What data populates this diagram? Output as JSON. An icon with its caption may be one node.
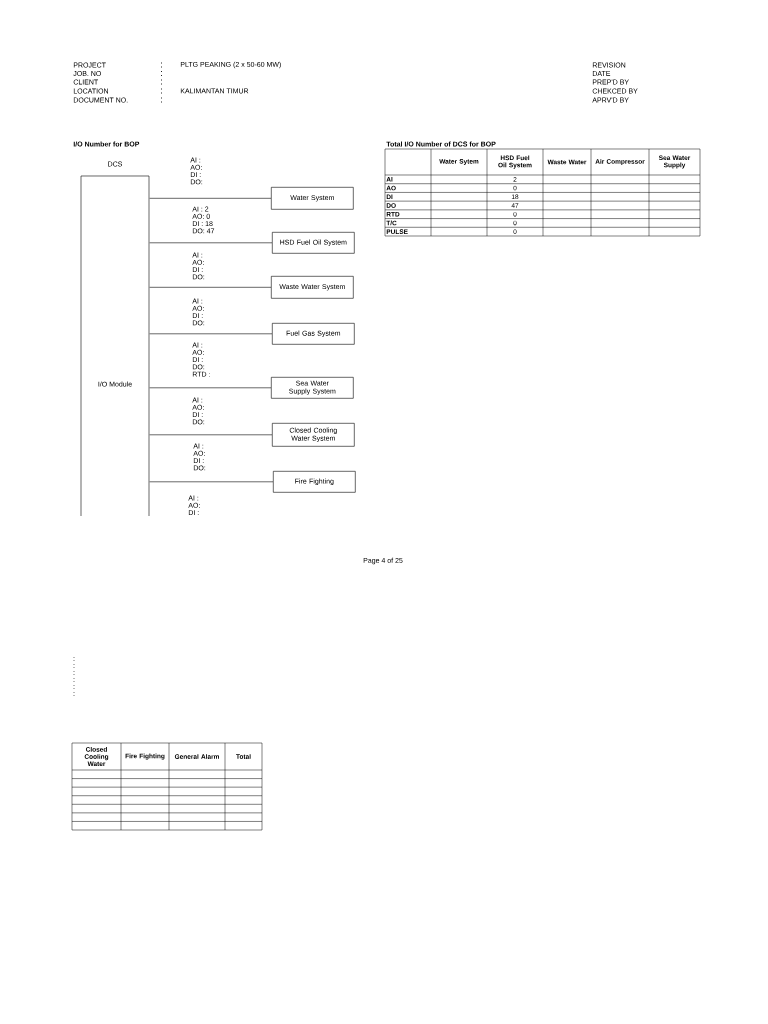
{
  "diagram": {
    "nodes": [
      {
        "text": [
          "DCS",
          "I/O Module"
        ]
      },
      {
        "text": [
          "Water System"
        ]
      },
      {
        "text": [
          "HSD Fuel Oil System"
        ]
      },
      {
        "text": [
          "Waste Water System"
        ]
      },
      {
        "text": [
          "Fuel Gas System"
        ]
      },
      {
        "text": [
          "Sea Water Supply System"
        ]
      },
      {
        "text": [
          "Closed Cooling Water System"
        ]
      },
      {
        "text": [
          "Fire Fighting"
        ]
      }
    ],
    "edges": [
      {
        "from": 0,
        "to": 1,
        "arrow": "none"
      },
      {
        "from": 0,
        "to": 2,
        "arrow": "none"
      },
      {
        "from": 0,
        "to": 3,
        "arrow": "none"
      },
      {
        "from": 0,
        "to": 4,
        "arrow": "none"
      },
      {
        "from": 0,
        "to": 5,
        "arrow": "none"
      },
      {
        "from": 0,
        "to": 6,
        "arrow": "none"
      },
      {
        "from": 0,
        "to": 7,
        "arrow": "none"
      }
    ],
    "labels": [
      "PROJECT",
      ":",
      "PLTG PEAKING  (2 x 50-60 MW)",
      "REVISION",
      "JOB. NO",
      ":",
      "DATE",
      "CLIENT",
      ":",
      "PREP'D BY",
      "LOCATION",
      ":",
      "KALIMANTAN TIMUR",
      "CHEKCED BY",
      "DOCUMENT NO.",
      ":",
      "APRV'D BY",
      "I/O Number for BOP",
      "Total I/O Number of DCS for BOP",
      "AI  :",
      "AO:",
      "DI  :",
      "DO:",
      "AI  : 2",
      "AO: 0",
      "DI  : 18",
      "DO: 47",
      "AI  :",
      "AO:",
      "DI  :",
      "DO:",
      "AI  :",
      "AO:",
      "DI  :",
      "DO:",
      "AI  :",
      "AO:",
      "DI  :",
      "DO:",
      "RTD :",
      "AI  :",
      "AO:",
      "DI  :",
      "DO:",
      "AI  :",
      "AO:",
      "DI  :",
      "DO:",
      "AI  :",
      "AO:",
      "DI  :",
      "Water Sytem",
      "HSD Fuel Oil System",
      "Waste Water",
      "Air Compressor",
      "Sea Water Supply",
      "AI",
      "2",
      "AO",
      "0",
      "DI",
      "18",
      "DO",
      "47",
      "RTD",
      "0",
      "T/C",
      "0",
      "PULSE",
      "0",
      "Page 4 of 25",
      ":",
      ":",
      ":",
      ":",
      ":",
      ":",
      "Closed Cooling Water",
      "Fire Fighting",
      "General Alarm",
      "Total"
    ]
  }
}
